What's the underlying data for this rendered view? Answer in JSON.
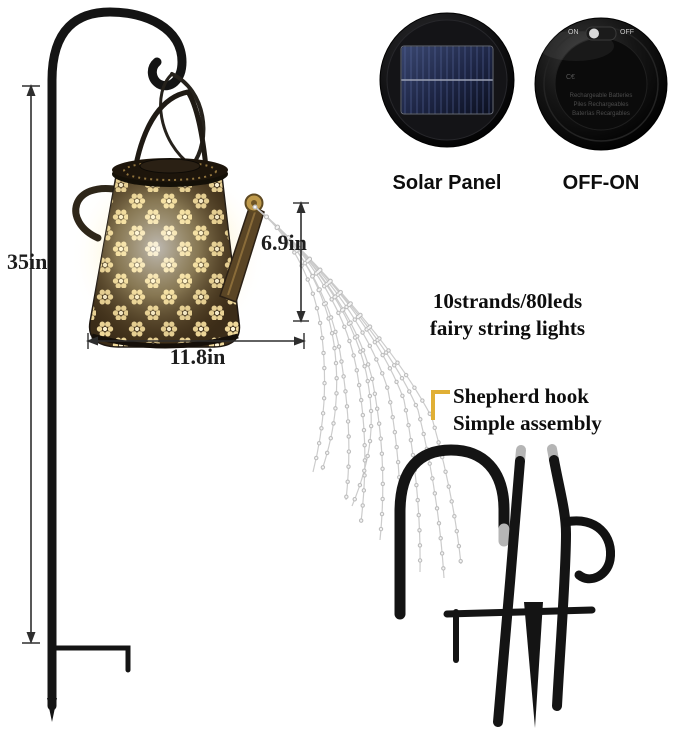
{
  "dimensions": {
    "overall_height": "35in",
    "overall_width": "11.8in",
    "spout_height": "6.9in"
  },
  "captions": {
    "solar_panel": "Solar Panel",
    "power_switch": "OFF-ON"
  },
  "features": {
    "lights_line1": "10strands/80leds",
    "lights_line2": "fairy string lights",
    "assembly_line1": "Shepherd hook",
    "assembly_line2": "Simple assembly"
  },
  "switch_disc": {
    "on_label": "ON",
    "off_label": "OFF",
    "engraving_line1": "Rechargeable Batteries",
    "engraving_line2": "Piles Rechargeables",
    "engraving_line3": "Baterías Recargables",
    "ce_mark": "C€"
  },
  "colors": {
    "pole_black": "#141414",
    "accent_gold": "#e0af35",
    "warm_glow": "#fff3c9",
    "can_bronze": "#3b2c18",
    "flower_gold": "#efd89a",
    "solar_blue": "#1d2544",
    "bead_silver": "#e3e3e3"
  }
}
